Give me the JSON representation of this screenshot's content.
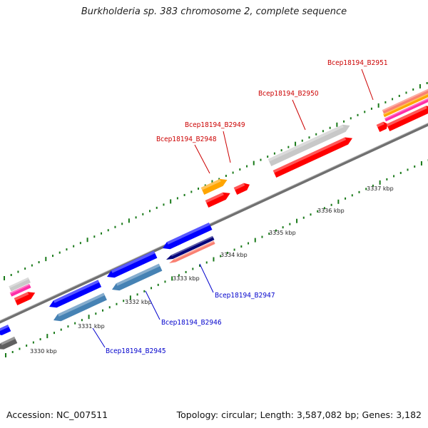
{
  "title": "Burkholderia sp. 383 chromosome 2, complete sequence",
  "footer": {
    "accession": "Accession: NC_007511",
    "summary": "Topology: circular; Length: 3,587,082 bp; Genes: 3,182"
  },
  "colors": {
    "backbone": "#707070",
    "tick": "#1a7a1a",
    "red": "#ff0000",
    "blue": "#0000ff",
    "steel": "#4682b4",
    "navy": "#00007a",
    "salmon": "#fa8072",
    "orange": "#ffa500",
    "silver": "#c8c8c8",
    "pink": "#ff2fa8",
    "label_red": "#cc0000",
    "label_blue": "#0000cc"
  },
  "ruler": {
    "unit": "kbp",
    "labels": [
      "3330 kbp",
      "3331 kbp",
      "3332 kbp",
      "3333 kbp",
      "3334 kbp",
      "3335 kbp",
      "3336 kbp",
      "3337 kbp"
    ]
  },
  "gene_labels": [
    {
      "text": "Bcep18194_B2945",
      "strand": "minus"
    },
    {
      "text": "Bcep18194_B2946",
      "strand": "minus"
    },
    {
      "text": "Bcep18194_B2947",
      "strand": "minus"
    },
    {
      "text": "Bcep18194_B2948",
      "strand": "plus"
    },
    {
      "text": "Bcep18194_B2949",
      "strand": "plus"
    },
    {
      "text": "Bcep18194_B2950",
      "strand": "plus"
    },
    {
      "text": "Bcep18194_B2951",
      "strand": "plus"
    }
  ]
}
